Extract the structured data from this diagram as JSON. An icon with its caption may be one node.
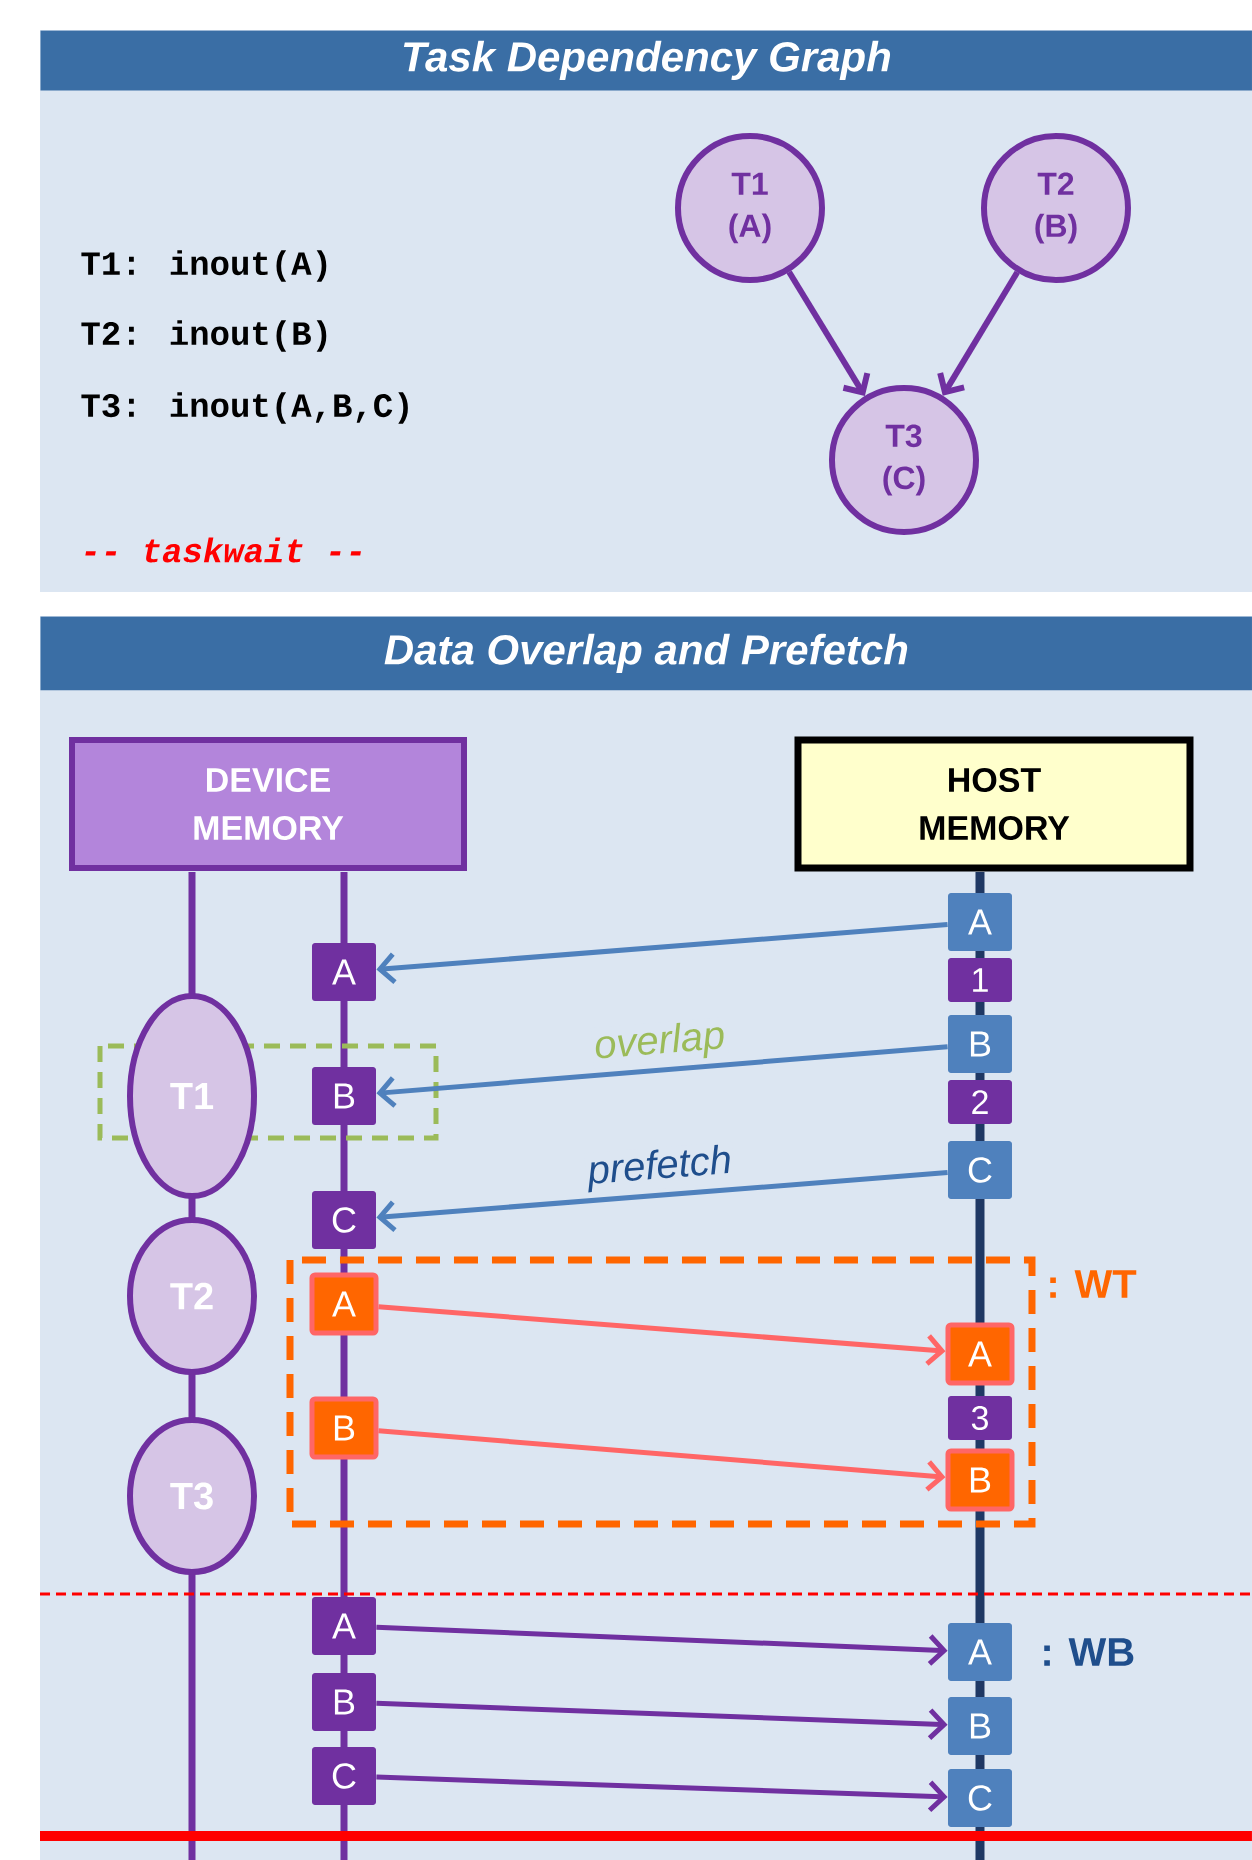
{
  "diagram": {
    "nodes": [
      {
        "text": [
          "Task Dependency Graph"
        ]
      },
      {
        "text": [
          "T1 (A)"
        ],
        "in": 0
      },
      {
        "text": [
          "T2 (B)"
        ],
        "in": 0
      },
      {
        "text": [
          "T3 (C)"
        ],
        "in": 0
      },
      {
        "text": [
          "Data Overlap and Prefetch"
        ]
      },
      {
        "text": [
          "DEVICE MEMORY"
        ],
        "in": 4
      },
      {
        "text": [
          "HOST MEMORY"
        ],
        "in": 4
      },
      {
        "text": [
          "T1"
        ],
        "in": 4
      },
      {
        "text": [
          "T2"
        ],
        "in": 4
      },
      {
        "text": [
          "T3"
        ],
        "in": 4
      },
      {
        "text": [
          "A"
        ],
        "in": 4
      },
      {
        "text": [
          "B"
        ],
        "in": 4
      },
      {
        "text": [
          "C"
        ],
        "in": 4
      },
      {
        "text": [
          "A"
        ],
        "in": 4
      },
      {
        "text": [
          "B"
        ],
        "in": 4
      },
      {
        "text": [
          "A"
        ],
        "in": 4
      },
      {
        "text": [
          "B"
        ],
        "in": 4
      },
      {
        "text": [
          "C"
        ],
        "in": 4
      },
      {
        "text": [
          "A"
        ],
        "in": 4
      },
      {
        "text": [
          "1"
        ],
        "in": 4
      },
      {
        "text": [
          "B"
        ],
        "in": 4
      },
      {
        "text": [
          "2"
        ],
        "in": 4
      },
      {
        "text": [
          "C"
        ],
        "in": 4
      },
      {
        "text": [
          "A"
        ],
        "in": 4
      },
      {
        "text": [
          "3"
        ],
        "in": 4
      },
      {
        "text": [
          "B"
        ],
        "in": 4
      },
      {
        "text": [
          "A"
        ],
        "in": 4
      },
      {
        "text": [
          "B"
        ],
        "in": 4
      },
      {
        "text": [
          "C"
        ],
        "in": 4
      }
    ],
    "edges": [
      {
        "from": 1,
        "to": 3,
        "arrow": "to"
      },
      {
        "from": 2,
        "to": 3,
        "arrow": "to"
      },
      {
        "from": 18,
        "to": 10,
        "arrow": "to",
        "color": "#4f81bd"
      },
      {
        "from": 20,
        "to": 11,
        "arrow": "to",
        "color": "#4f81bd",
        "label": "overlap"
      },
      {
        "from": 22,
        "to": 12,
        "arrow": "to",
        "color": "#4f81bd",
        "label": "prefetch"
      },
      {
        "from": 13,
        "to": 23,
        "arrow": "to",
        "color": "#ff6666"
      },
      {
        "from": 14,
        "to": 25,
        "arrow": "to",
        "color": "#ff6666"
      },
      {
        "from": 15,
        "to": 26,
        "arrow": "to"
      },
      {
        "from": 16,
        "to": 27,
        "arrow": "to"
      },
      {
        "from": 17,
        "to": 28,
        "arrow": "to"
      }
    ],
    "labels": [
      "T1: inout(A)",
      "T2: inout(B)",
      "T3: inout(A,B,C)",
      "-- taskwait --",
      ": WT",
      ": WB"
    ]
  }
}
